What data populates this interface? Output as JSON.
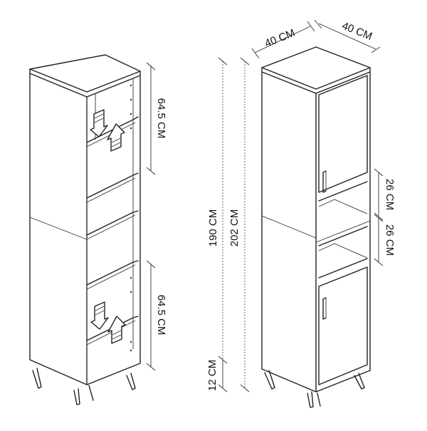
{
  "dimensions": {
    "width_top": "40 CM",
    "depth_top": "40 CM",
    "height_body": "190 CM",
    "height_total": "202 CM",
    "leg_height": "12 CM",
    "shelf_upper": "26 CM",
    "shelf_lower": "26 CM",
    "cabinet_upper": "64.5 CM",
    "cabinet_lower": "64.5 CM"
  },
  "colors": {
    "line": "#222222",
    "background": "#ffffff"
  },
  "icons": [
    "adjustable-shelf-arrows-icon",
    "door-handle-icon"
  ]
}
